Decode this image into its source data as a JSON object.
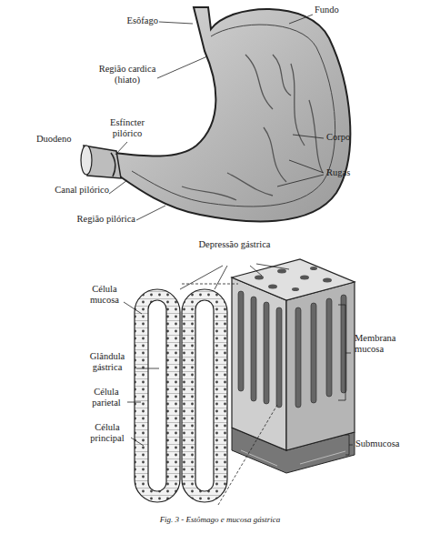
{
  "diagram": {
    "caption": "Fig. 3 - Estômago e mucosa gástrica",
    "labels": [
      "Esôfago",
      "Fundo",
      "Região cardica (hiato)",
      "Esfíncter pilórico",
      "Duodeno",
      "Corpo",
      "Rugas",
      "Canal pilórico",
      "Região pilórica",
      "Depressão gástrica",
      "Célula mucosa",
      "Glândula gástrica",
      "Célula parietal",
      "Célula principal",
      "Membrana mucosa",
      "Submucosa"
    ]
  }
}
